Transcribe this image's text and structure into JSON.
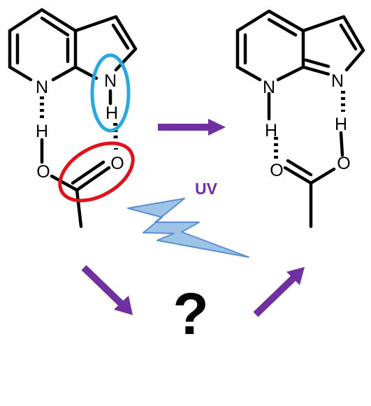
{
  "colors": {
    "bond": "#000000",
    "arrow": "#7030a0",
    "hbond_highlight": "#29a8e0",
    "carbonyl_highlight": "#e0121b",
    "lightning_fill": "#9dc3e6",
    "lightning_stroke": "#5b8fd0",
    "uv_text": "#7030a0"
  },
  "left_molecule": {
    "atoms": {
      "n_pyridine": "N",
      "n_pyrrole": "N",
      "h_pyrrole": "H",
      "h_acid": "H",
      "o_hydroxyl": "O",
      "o_carbonyl": "O"
    }
  },
  "right_molecule": {
    "atoms": {
      "n_pyridine": "N",
      "h_pyridine": "H",
      "n_pyrrole": "N",
      "h_pyrrole": "H",
      "o_left": "O",
      "o_right": "O"
    }
  },
  "excitation_label": "UV",
  "intermediate_label": "?"
}
